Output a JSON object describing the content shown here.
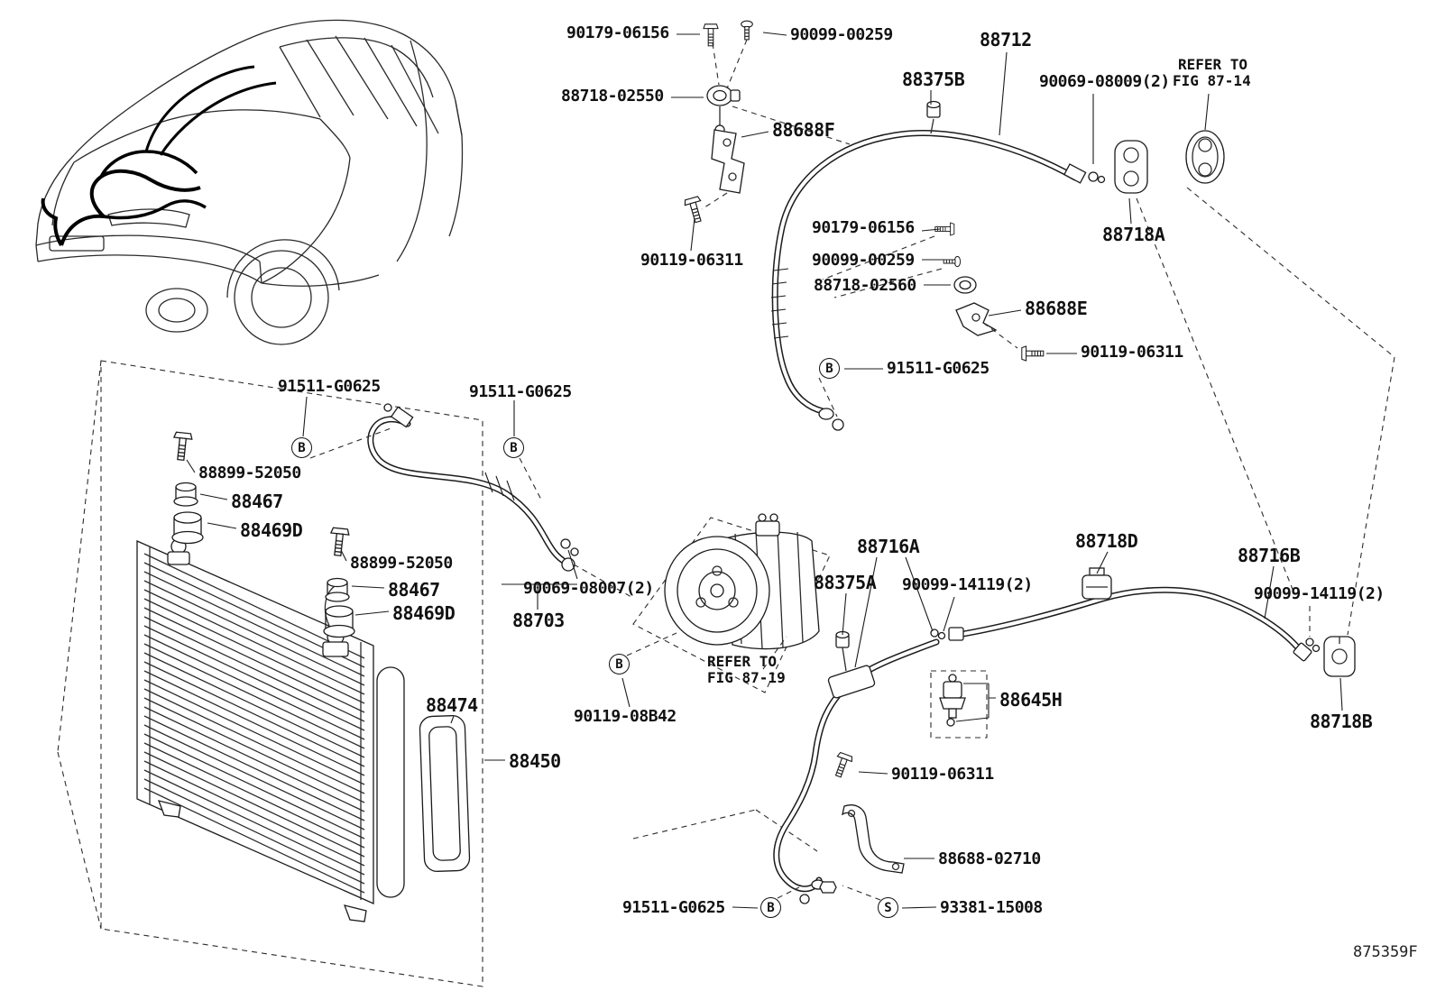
{
  "figure": {
    "code": "875359F"
  },
  "callouts": {
    "b": "B",
    "s": "S"
  },
  "refer": {
    "fig_87_14_line1": "REFER TO",
    "fig_87_14_line2": "FIG 87-14",
    "fig_87_19_line1": "REFER TO",
    "fig_87_19_line2": "FIG 87-19"
  },
  "parts": {
    "p90179_06156": "90179-06156",
    "p90099_00259": "90099-00259",
    "p88712": "88712",
    "p88375B": "88375B",
    "p90069_08009_2": "90069-08009(2)",
    "p88718_02550": "88718-02550",
    "p88688F": "88688F",
    "p88718A": "88718A",
    "p90119_06311": "90119-06311",
    "p88718_02560": "88718-02560",
    "p88688E": "88688E",
    "p91511_G0625": "91511-G0625",
    "p88899_52050": "88899-52050",
    "p88467": "88467",
    "p88469D": "88469D",
    "p90069_08007_2": "90069-08007(2)",
    "p88703": "88703",
    "p88716A": "88716A",
    "p88718D": "88718D",
    "p88716B": "88716B",
    "p88375A": "88375A",
    "p90099_14119_2": "90099-14119(2)",
    "p88645H": "88645H",
    "p88718B": "88718B",
    "p88474": "88474",
    "p88450": "88450",
    "p90119_08B42": "90119-08B42",
    "p88688_02710": "88688-02710",
    "p93381_15008": "93381-15008"
  }
}
